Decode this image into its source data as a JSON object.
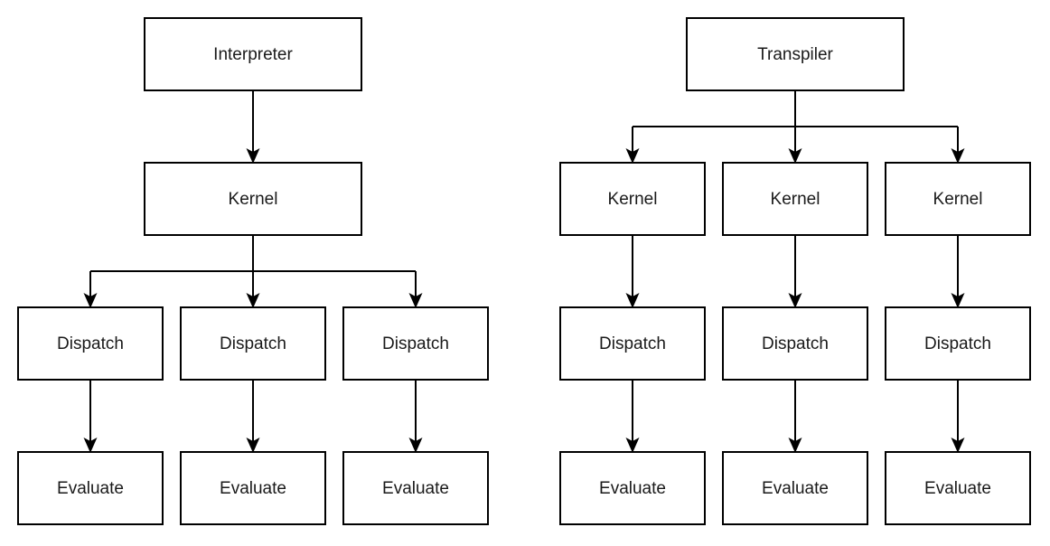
{
  "diagram": {
    "kind": "flowchart",
    "description": "Two side-by-side execution pipeline trees: an Interpreter tree and a Transpiler tree",
    "background_color": "#ffffff",
    "box_fill_color": "#ffffff",
    "box_stroke_color": "#000000",
    "text_color": "#1a1a1a",
    "trees": [
      {
        "id": "interpreter-tree",
        "root": "Interpreter",
        "levels": [
          {
            "label": "Interpreter",
            "count": 1,
            "nodes": [
              "Interpreter"
            ]
          },
          {
            "label": "Kernel",
            "count": 1,
            "nodes": [
              "Kernel"
            ]
          },
          {
            "label": "Dispatch",
            "count": 3,
            "nodes": [
              "Dispatch",
              "Dispatch",
              "Dispatch"
            ]
          },
          {
            "label": "Evaluate",
            "count": 3,
            "nodes": [
              "Evaluate",
              "Evaluate",
              "Evaluate"
            ]
          }
        ]
      },
      {
        "id": "transpiler-tree",
        "root": "Transpiler",
        "levels": [
          {
            "label": "Transpiler",
            "count": 1,
            "nodes": [
              "Transpiler"
            ]
          },
          {
            "label": "Kernel",
            "count": 3,
            "nodes": [
              "Kernel",
              "Kernel",
              "Kernel"
            ]
          },
          {
            "label": "Dispatch",
            "count": 3,
            "nodes": [
              "Dispatch",
              "Dispatch",
              "Dispatch"
            ]
          },
          {
            "label": "Evaluate",
            "count": 3,
            "nodes": [
              "Evaluate",
              "Evaluate",
              "Evaluate"
            ]
          }
        ]
      }
    ],
    "nodes": {
      "left_interpreter": "Interpreter",
      "left_kernel": "Kernel",
      "left_dispatch_1": "Dispatch",
      "left_dispatch_2": "Dispatch",
      "left_dispatch_3": "Dispatch",
      "left_evaluate_1": "Evaluate",
      "left_evaluate_2": "Evaluate",
      "left_evaluate_3": "Evaluate",
      "right_transpiler": "Transpiler",
      "right_kernel_1": "Kernel",
      "right_kernel_2": "Kernel",
      "right_kernel_3": "Kernel",
      "right_dispatch_1": "Dispatch",
      "right_dispatch_2": "Dispatch",
      "right_dispatch_3": "Dispatch",
      "right_evaluate_1": "Evaluate",
      "right_evaluate_2": "Evaluate",
      "right_evaluate_3": "Evaluate"
    }
  }
}
